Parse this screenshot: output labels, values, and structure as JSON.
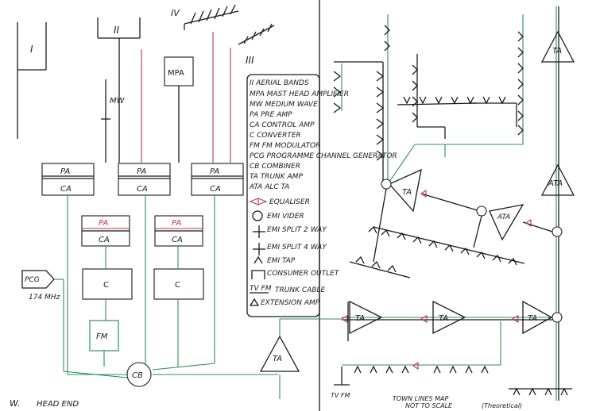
{
  "bands": {
    "b1": "I",
    "b2": "II",
    "b3": "III",
    "b4": "IV"
  },
  "aerials": {
    "mw": "MW",
    "mpa": "MPA"
  },
  "amps": {
    "pa1": "PA",
    "ca1": "CA",
    "pa2": "PA",
    "ca2": "CA",
    "pa3": "PA",
    "ca3": "CA",
    "pa4": "PA",
    "ca4": "CA",
    "pa5": "PA",
    "ca5": "CA"
  },
  "converters": {
    "c1": "C",
    "c2": "C"
  },
  "fm": "FM",
  "combiner": "CB",
  "pcg": {
    "label": "PCG",
    "freq": "174 MHz"
  },
  "trunk_amp_headend": "TA",
  "legend": {
    "title": "II  AERIAL BANDS",
    "items": [
      "MPA MAST HEAD AMPLIFIER",
      "MW  MEDIUM WAVE",
      "PA  PRE AMP",
      "CA  CONTROL AMP",
      "C   CONVERTER",
      "FM  FM MODULATOR",
      "PCG PROGRAMME CHANNEL GENERATOR",
      "CB  COMBINER",
      "TA  TRUNK AMP",
      "ATA  ALC TA"
    ],
    "equaliser": "EQUALISER",
    "divider": "EMI VIDER",
    "split2": "EMI SPLIT 2 WAY",
    "split4": "EMI SPLIT 4 WAY",
    "tap": "EMI TAP",
    "outlet": "CONSUMER OUTLET",
    "tvfm": "TV  FM",
    "trunk_cable": "TRUNK CABLE",
    "ext_amp": "EXTENSION AMP"
  },
  "town": {
    "ta_top": "TA",
    "ata_mid": "ATA",
    "ta_left": "TA",
    "ata_center": "ATA",
    "ta_row1": "TA",
    "ta_row2": "TA",
    "ta_row3": "TA",
    "tvfm": "TV  FM",
    "title": "TOWN   LINES   MAP",
    "subtitle": "NOT   TO   SCALE",
    "note": "(Theoretical)"
  },
  "footer": {
    "marker": "W.",
    "head_end": "HEAD  END"
  }
}
